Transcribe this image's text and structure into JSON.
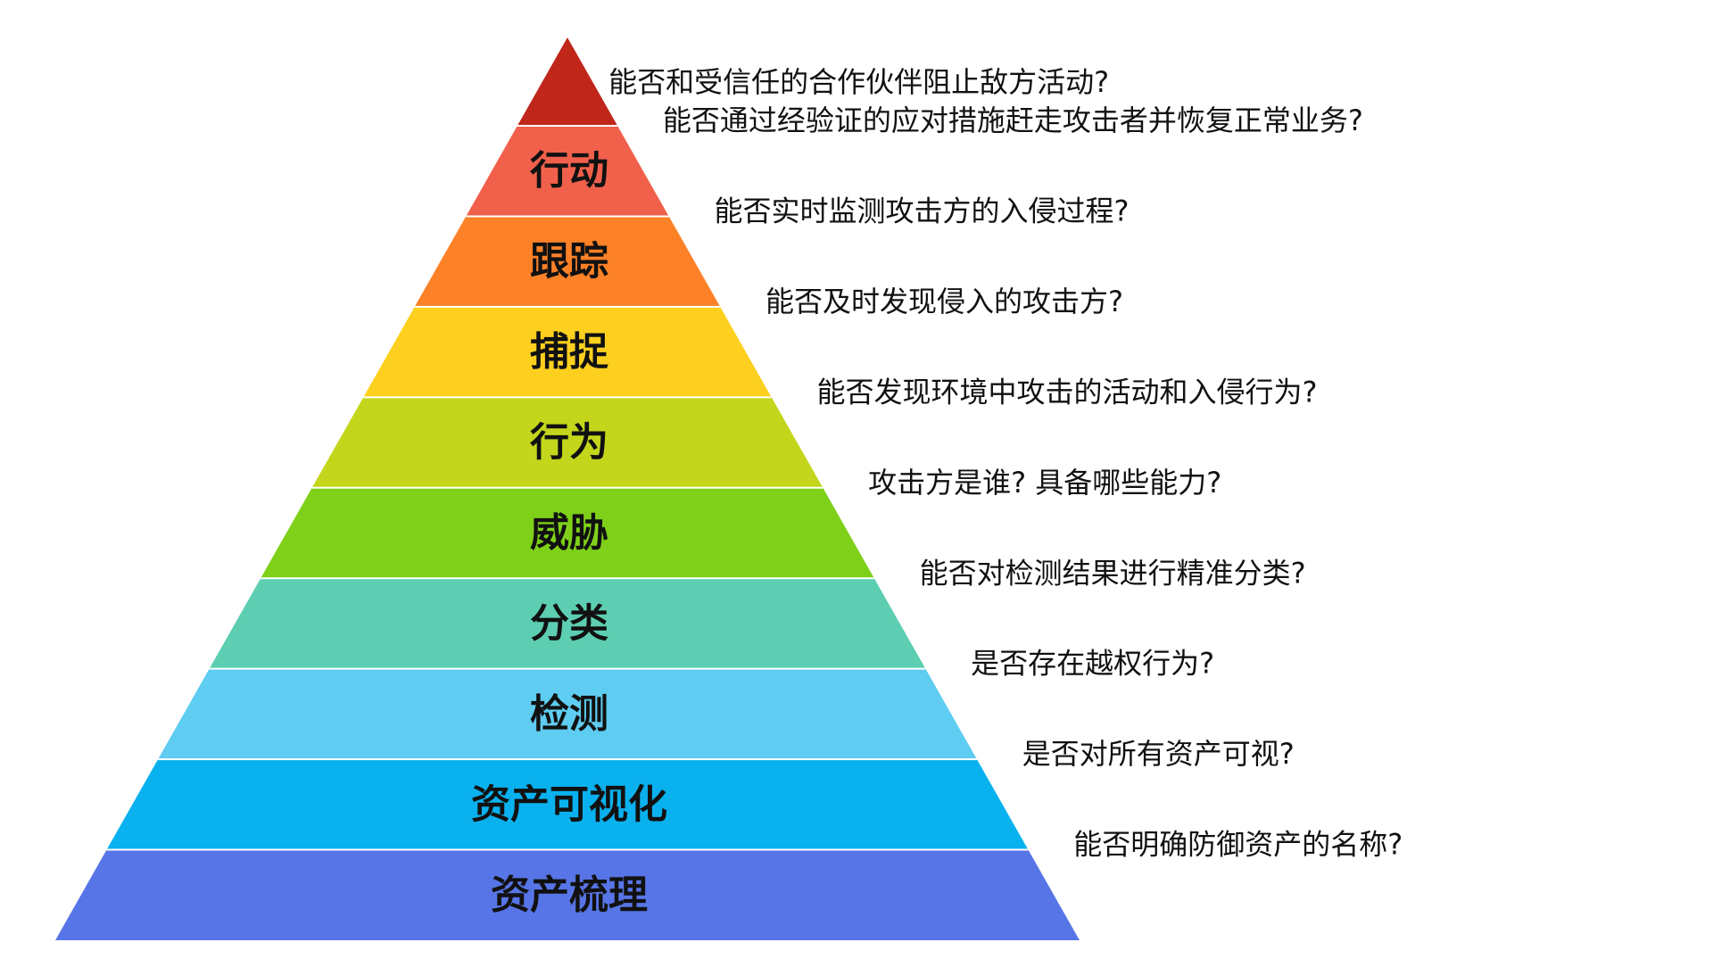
{
  "diagram": {
    "type": "pyramid",
    "top_question": "能否和受信任的合作伙伴阻止敌方活动?",
    "top_color": "#C0261A",
    "layers": [
      {
        "label": "行动",
        "question": "能否通过经验证的应对措施赶走攻击者并恢复正常业务?",
        "color": "#F0604B"
      },
      {
        "label": "跟踪",
        "question": "能否实时监测攻击方的入侵过程?",
        "color": "#FD8127"
      },
      {
        "label": "捕捉",
        "question": "能否及时发现侵入的攻击方?",
        "color": "#FDD01F"
      },
      {
        "label": "行为",
        "question": "能否发现环境中攻击的活动和入侵行为?",
        "color": "#C3D61C"
      },
      {
        "label": "威胁",
        "question": "攻击方是谁? 具备哪些能力?",
        "color": "#7ED019"
      },
      {
        "label": "分类",
        "question": "能否对检测结果进行精准分类?",
        "color": "#5DCEB1"
      },
      {
        "label": "检测",
        "question": "是否存在越权行为?",
        "color": "#5FCCF1"
      },
      {
        "label": "资产可视化",
        "question": "是否对所有资产可视?",
        "color": "#0AB1EF"
      },
      {
        "label": "资产梳理",
        "question": "能否明确防御资产的名称?",
        "color": "#5775E6"
      }
    ]
  }
}
